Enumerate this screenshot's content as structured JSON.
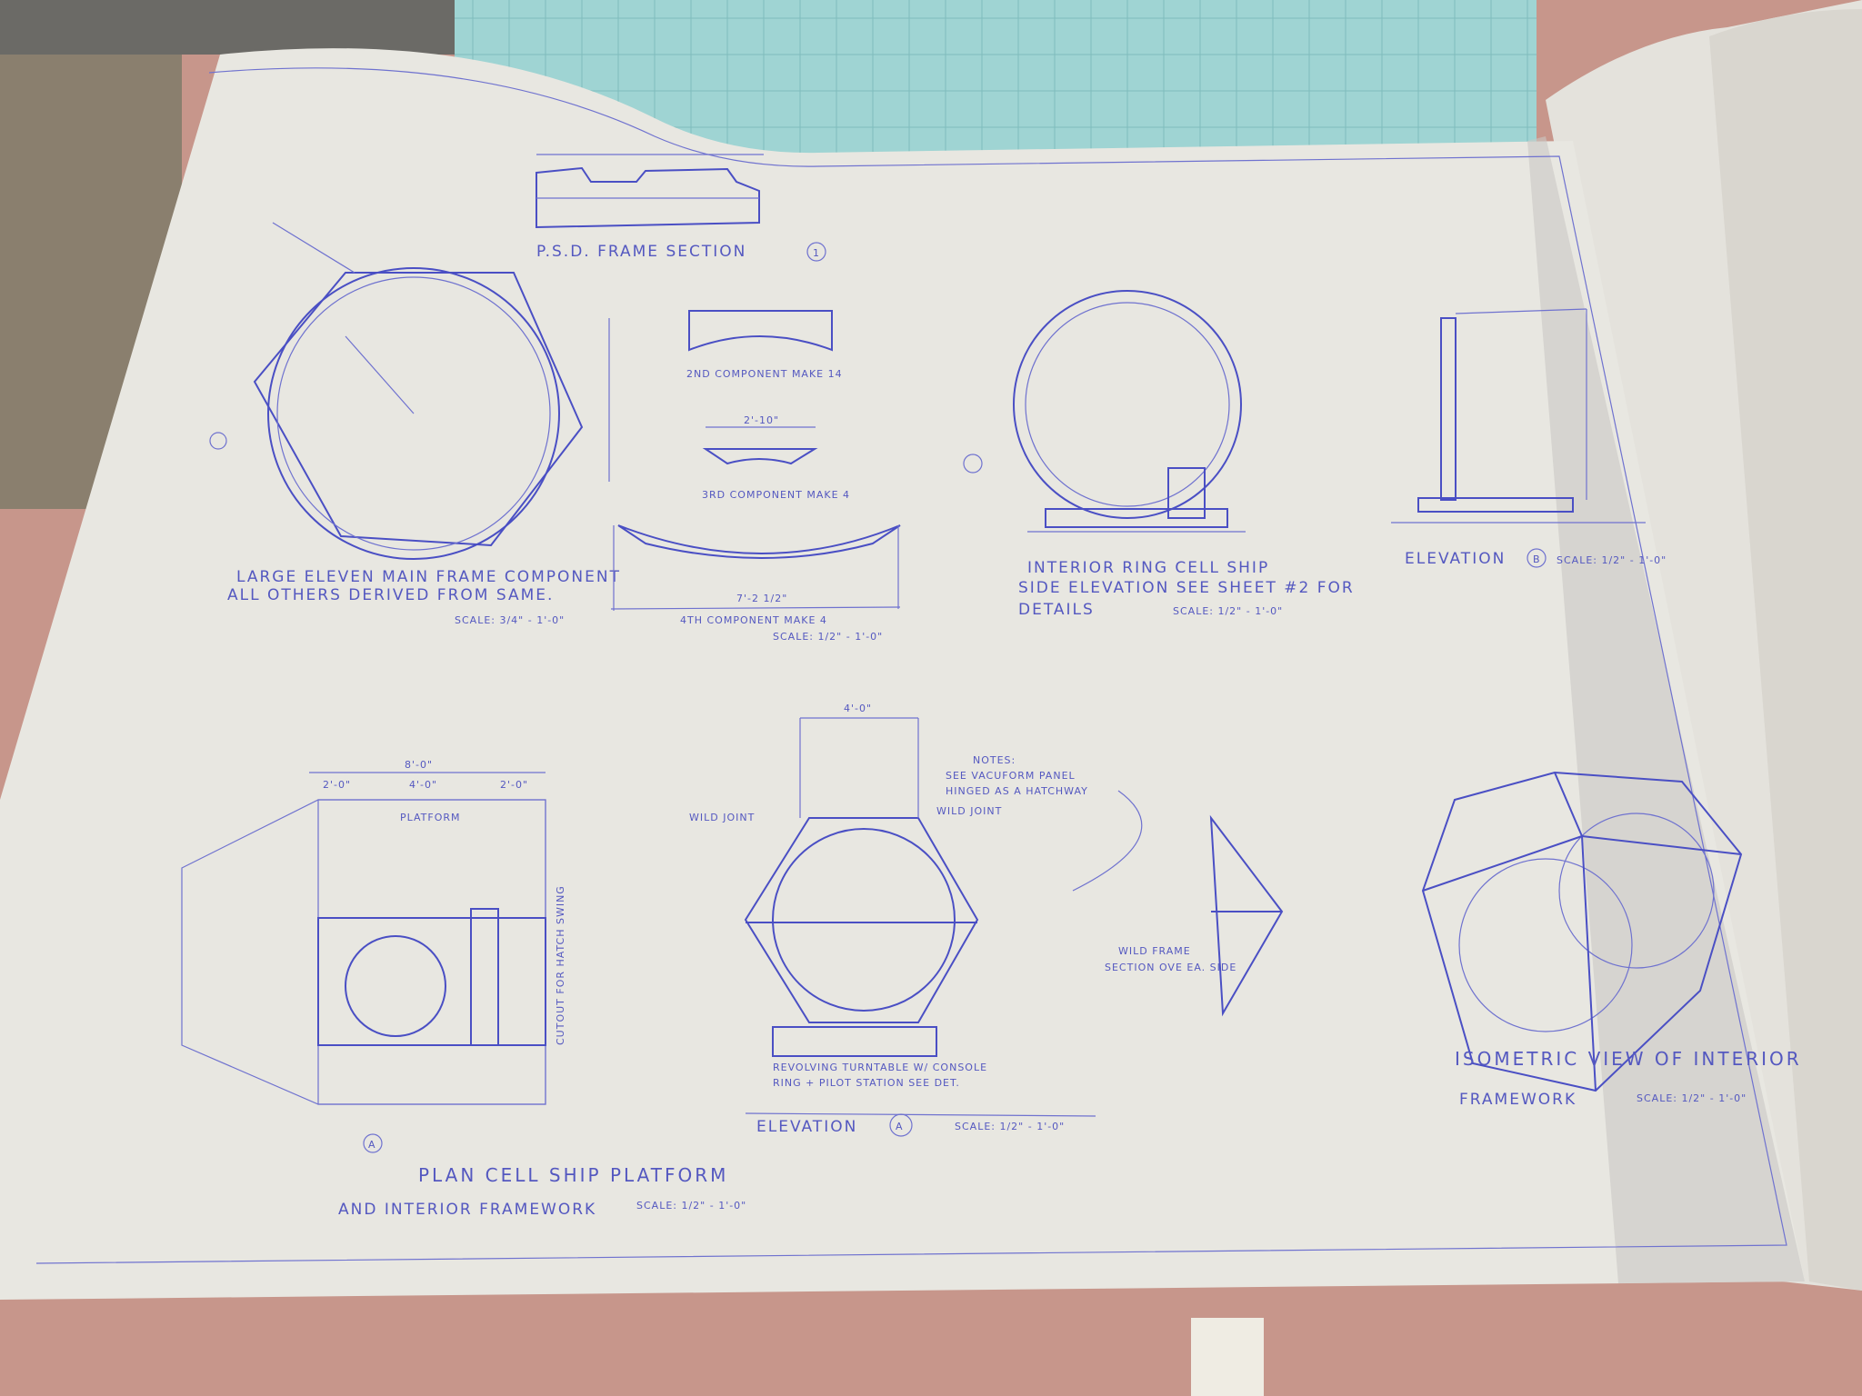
{
  "scene": {
    "description_colors": {
      "table": "#c7968b",
      "paper": "#e9e8e2",
      "ink": "#4a4fc4",
      "cutting_mat": "#9fd6d6"
    }
  },
  "labels": {
    "psd_frame": "P.S.D. FRAME SECTION",
    "psd_frame_ref": "1",
    "large_eleven": "LARGE ELEVEN MAIN FRAME COMPONENT",
    "large_eleven_2": "ALL OTHERS DERIVED FROM SAME.",
    "large_eleven_scale": "SCALE: 3/4\" - 1'-0\"",
    "second_component": "2ND COMPONENT MAKE 14",
    "third_component": "3RD COMPONENT MAKE 4",
    "third_dim": "2'-10\"",
    "fourth_component": "4TH COMPONENT MAKE 4",
    "fourth_dim": "7'-2 1/2\"",
    "fourth_scale": "SCALE: 1/2\" - 1'-0\"",
    "interior_ring_1": "INTERIOR RING CELL SHIP",
    "interior_ring_2": "SIDE ELEVATION   SEE SHEET #2 FOR",
    "interior_ring_3": "DETAILS",
    "interior_ring_scale": "SCALE: 1/2\" - 1'-0\"",
    "elevation_b": "ELEVATION",
    "elevation_b_ref": "B",
    "elevation_b_scale": "SCALE: 1/2\" - 1'-0\"",
    "plan_1": "PLAN CELL SHIP PLATFORM",
    "plan_2": "AND INTERIOR FRAMEWORK",
    "plan_scale": "SCALE: 1/2\" - 1'-0\"",
    "plan_ref": "A",
    "plan_dim_top": "8'-0\"",
    "plan_dims": [
      "2'-0\"",
      "4'-0\"",
      "2'-0\""
    ],
    "plan_platform": "PLATFORM",
    "plan_cutout": "CUTOUT FOR HATCH SWING",
    "elevation_a": "ELEVATION",
    "elevation_a_ref": "A",
    "elevation_a_scale": "SCALE: 1/2\" - 1'-0\"",
    "elevation_a_dim": "4'-0\"",
    "notes_title": "NOTES:",
    "notes_1": "SEE VACUFORM PANEL",
    "notes_2": "HINGED AS A HATCHWAY",
    "wild_joint_left": "WILD JOINT",
    "wild_joint_right": "WILD JOINT",
    "turntable_1": "REVOLVING TURNTABLE W/ CONSOLE",
    "turntable_2": "RING + PILOT STATION  SEE DET.",
    "wild_frame_1": "WILD FRAME",
    "wild_frame_2": "SECTION OVE EA. SIDE",
    "isometric_1": "ISOMETRIC VIEW OF INTERIOR",
    "isometric_2": "FRAMEWORK",
    "isometric_scale": "SCALE: 1/2\" - 1'-0\""
  }
}
